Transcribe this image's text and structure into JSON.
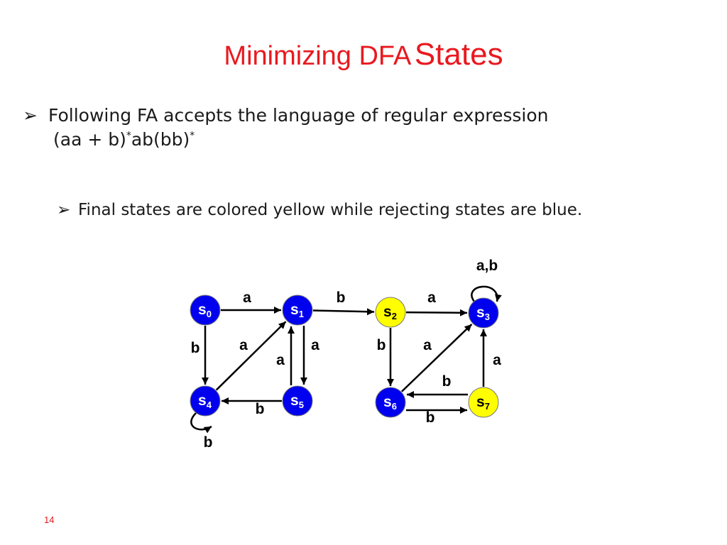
{
  "slide": {
    "title_part1": "Minimizing DFA",
    "title_part2": "States",
    "bullet1_text": "Following FA accepts the language of regular expression",
    "bullet1_expr_a": "(aa + b)",
    "bullet1_sup1": "*",
    "bullet1_expr_b": "ab(bb)",
    "bullet1_sup2": "*",
    "bullet2_text": "Final states are colored yellow while rejecting states are blue.",
    "bullet_icon": "arrow-bullet-icon",
    "page_number": "14"
  },
  "colors": {
    "title": "#e8191f",
    "final_state": "#ffff00",
    "rejecting_state": "#0000ee",
    "edge": "#000000"
  },
  "diagram": {
    "states": [
      {
        "id": "s0",
        "label": "s",
        "sub": "0",
        "kind": "rejecting"
      },
      {
        "id": "s1",
        "label": "s",
        "sub": "1",
        "kind": "rejecting"
      },
      {
        "id": "s2",
        "label": "s",
        "sub": "2",
        "kind": "final"
      },
      {
        "id": "s3",
        "label": "s",
        "sub": "3",
        "kind": "rejecting"
      },
      {
        "id": "s4",
        "label": "s",
        "sub": "4",
        "kind": "rejecting"
      },
      {
        "id": "s5",
        "label": "s",
        "sub": "5",
        "kind": "rejecting"
      },
      {
        "id": "s6",
        "label": "s",
        "sub": "6",
        "kind": "rejecting"
      },
      {
        "id": "s7",
        "label": "s",
        "sub": "7",
        "kind": "final"
      }
    ],
    "transitions": [
      {
        "from": "s0",
        "to": "s1",
        "label": "a"
      },
      {
        "from": "s0",
        "to": "s4",
        "label": "b"
      },
      {
        "from": "s1",
        "to": "s2",
        "label": "b"
      },
      {
        "from": "s1",
        "to": "s5",
        "label": "a"
      },
      {
        "from": "s5",
        "to": "s1",
        "label": "a"
      },
      {
        "from": "s4",
        "to": "s1",
        "label": "a"
      },
      {
        "from": "s5",
        "to": "s4",
        "label": "b"
      },
      {
        "from": "s4",
        "to": "s4",
        "label": "b"
      },
      {
        "from": "s2",
        "to": "s3",
        "label": "a"
      },
      {
        "from": "s2",
        "to": "s6",
        "label": "b"
      },
      {
        "from": "s6",
        "to": "s3",
        "label": "a"
      },
      {
        "from": "s7",
        "to": "s3",
        "label": "a"
      },
      {
        "from": "s7",
        "to": "s6",
        "label": "b"
      },
      {
        "from": "s6",
        "to": "s7",
        "label": "b"
      },
      {
        "from": "s3",
        "to": "s3",
        "label": "a,b"
      }
    ]
  }
}
